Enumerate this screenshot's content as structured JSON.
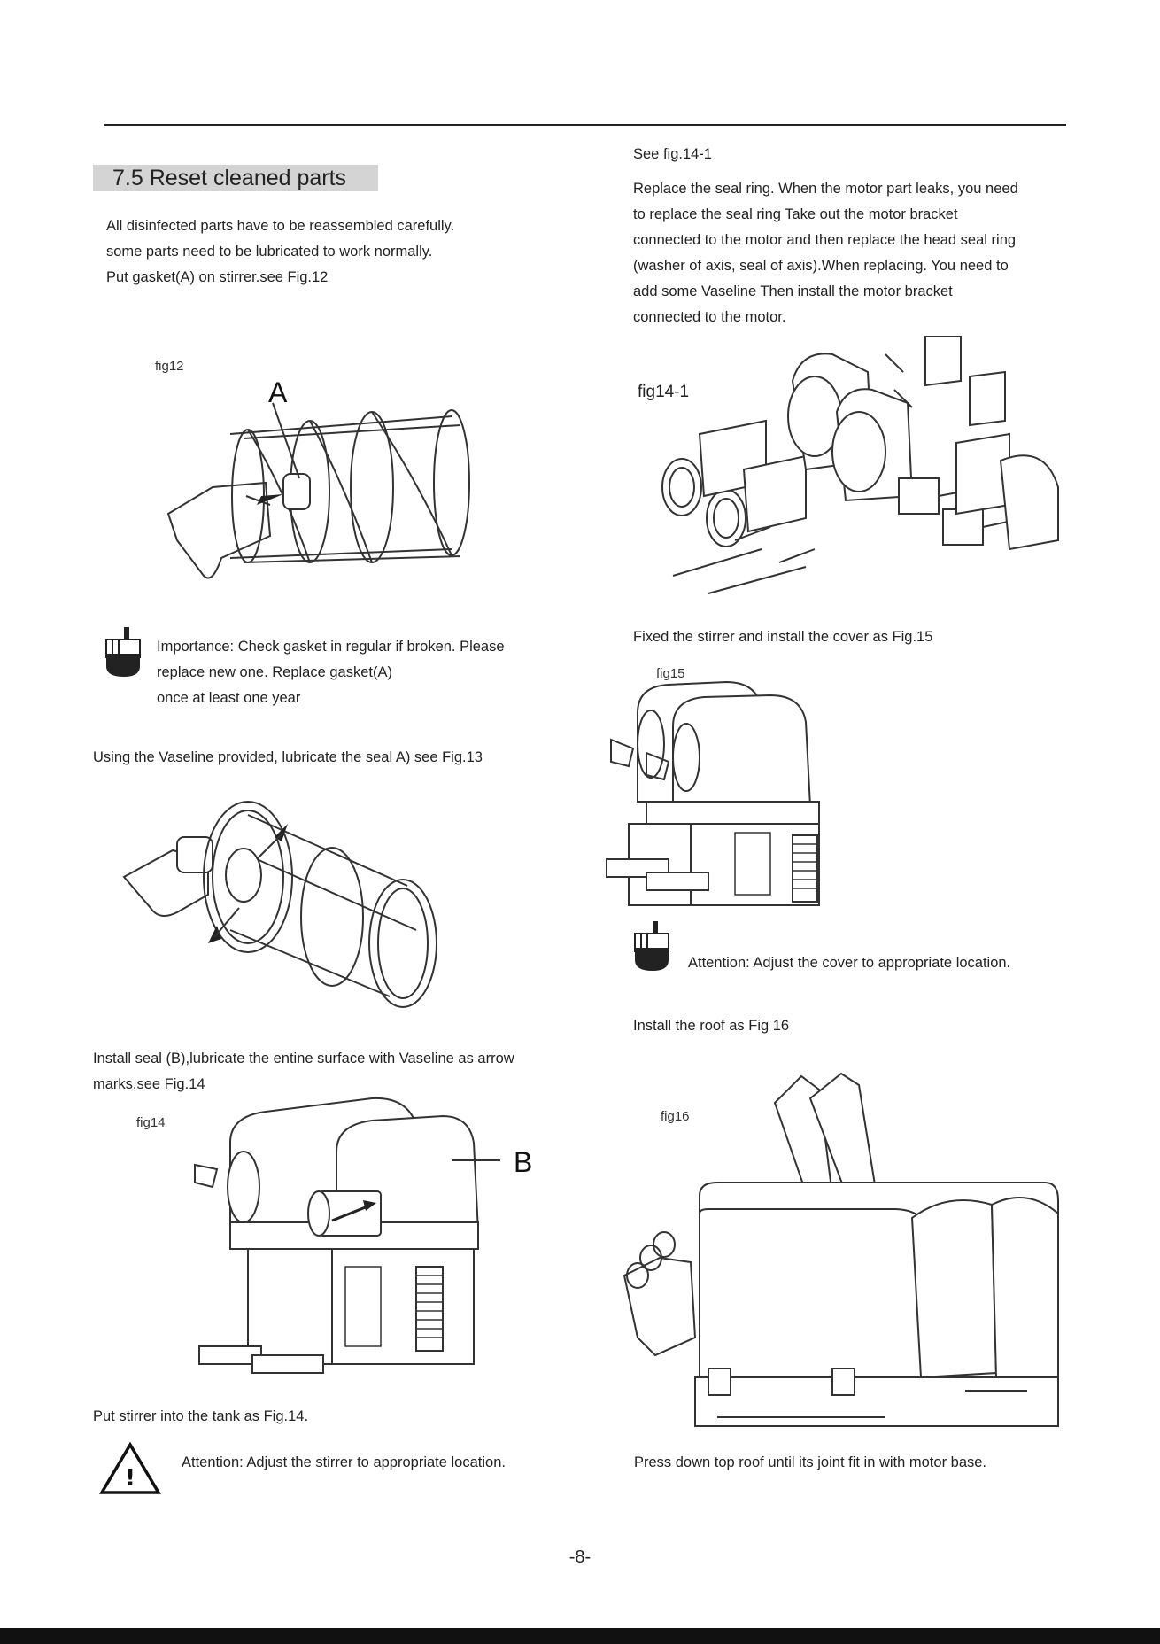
{
  "section": {
    "title": "7.5 Reset cleaned parts"
  },
  "left": {
    "intro": [
      "All disinfected parts have to be reassembled carefully.",
      "some parts need to be lubricated to work normally.",
      "Put gasket(A) on stirrer.see Fig.12"
    ],
    "fig12": {
      "caption": "fig12",
      "label_a": "A"
    },
    "importance": [
      "Importance: Check gasket in regular if broken. Please",
      "replace new one. Replace gasket(A)",
      "once at least one year"
    ],
    "vaseline_line": "Using the Vaseline provided, lubricate the seal A) see Fig.13",
    "install_seal": [
      "Install seal (B),lubricate the entine surface with Vaseline as arrow",
      "marks,see Fig.14"
    ],
    "fig14": {
      "caption": "fig14",
      "label_b": "B"
    },
    "put_stirrer": "Put stirrer into the tank as Fig.14.",
    "attention": "Attention: Adjust the stirrer to appropriate location."
  },
  "right": {
    "see_fig": "See fig.14-1",
    "replace_seal": [
      "Replace the seal ring. When the motor part leaks, you need",
      "to replace the seal ring Take out the motor bracket",
      "connected to the motor and then replace the head seal ring",
      "(washer of axis, seal of axis).When replacing. You need to",
      "add some Vaseline Then install the motor bracket",
      "connected to the motor."
    ],
    "fig14_1": {
      "caption": "fig14-1"
    },
    "fixed_line": "Fixed the stirrer and install the cover as Fig.15",
    "fig15": {
      "caption": "fig15"
    },
    "attention": "Attention: Adjust the cover to appropriate location.",
    "install_roof": "Install the roof as Fig 16",
    "fig16": {
      "caption": "fig16"
    },
    "press_down": "Press down top roof until its joint fit in with motor base."
  },
  "icons": {
    "importance": "pointing-hand-icon",
    "warning": "warning-triangle-icon"
  },
  "page_number": "-8-"
}
